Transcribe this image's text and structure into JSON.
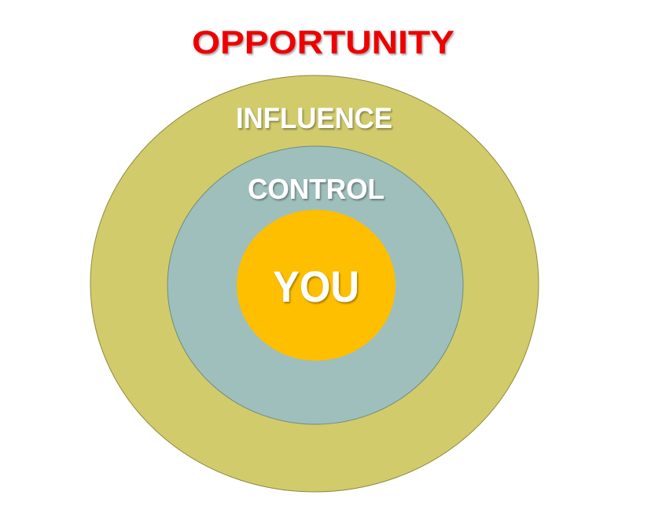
{
  "title": "OPPORTUNITY",
  "rings": {
    "influence": "INFLUENCE",
    "control": "CONTROL",
    "you": "YOU"
  },
  "colors": {
    "title": "#ee0000",
    "influence": "#d1cb6c",
    "control": "#9fbfbd",
    "you": "#fdbf00",
    "label": "#ffffff"
  }
}
